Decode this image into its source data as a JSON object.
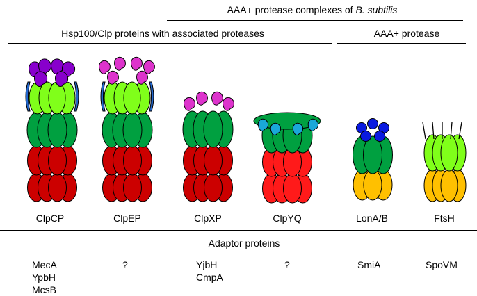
{
  "title": {
    "prefix": "AAA+ protease complexes of ",
    "species": "B. subtilis"
  },
  "groups": {
    "hsp100": "Hsp100/Clp proteins with associated proteases",
    "aaa": "AAA+ protease"
  },
  "complexes": [
    "ClpCP",
    "ClpEP",
    "ClpXP",
    "ClpYQ",
    "LonA/B",
    "FtsH"
  ],
  "adaptor_heading": "Adaptor proteins",
  "adaptors": [
    [
      "MecA",
      "YpbH",
      "McsB"
    ],
    [
      "?"
    ],
    [
      "YjbH",
      "CmpA"
    ],
    [
      "?"
    ],
    [
      "SmiA"
    ],
    [
      "SpoVM"
    ]
  ],
  "colors": {
    "protease_red": "#cc0000",
    "bright_red": "#ff1a1a",
    "atpase_green": "#00a040",
    "lime": "#80ff1a",
    "purple": "#8800cc",
    "magenta": "#dd33cc",
    "cyan": "#1aa8d8",
    "blue": "#0a1ae0",
    "orange": "#ffc000",
    "clamp_blue": "#2266cc"
  }
}
